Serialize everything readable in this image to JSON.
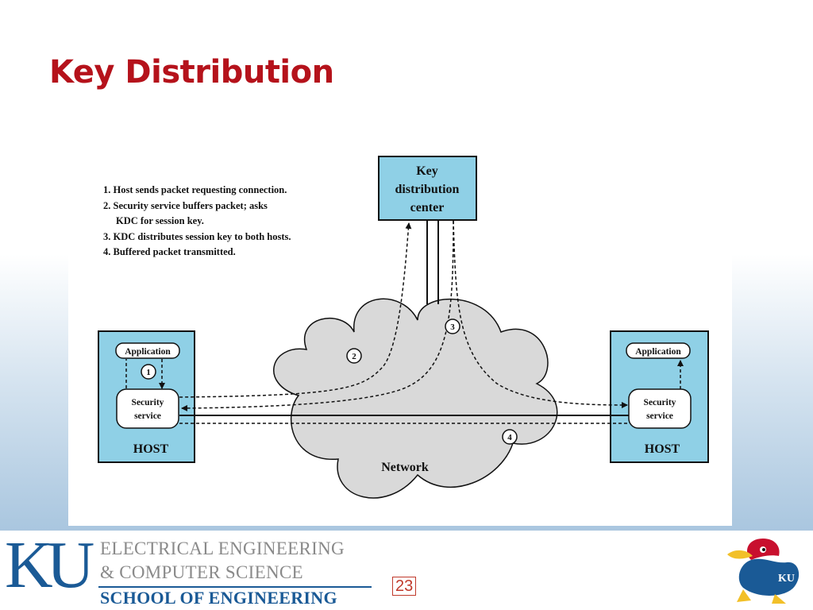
{
  "slide": {
    "title": "Key Distribution"
  },
  "diagram": {
    "steps": [
      "1. Host sends packet requesting connection.",
      "2. Security service buffers packet; asks",
      "KDC for session key.",
      "3. KDC distributes session key to both hosts.",
      "4. Buffered packet transmitted."
    ],
    "kdc": {
      "line1": "Key",
      "line2": "distribution",
      "line3": "center"
    },
    "left_host": {
      "application": "Application",
      "security_line1": "Security",
      "security_line2": "service",
      "label": "HOST"
    },
    "right_host": {
      "application": "Application",
      "security_line1": "Security",
      "security_line2": "service",
      "label": "HOST"
    },
    "network": "Network",
    "markers": [
      "1",
      "2",
      "3",
      "4"
    ]
  },
  "footer": {
    "logo": "KU",
    "dept_line1": "ELECTRICAL ENGINEERING",
    "dept_line2": "& COMPUTER SCIENCE",
    "school": "SCHOOL OF ENGINEERING",
    "page_number": "23"
  },
  "colors": {
    "title": "#b5121b",
    "box_fill": "#8fd0e6",
    "brand_blue": "#1a5a96",
    "cloud_fill": "#d9d9d9"
  }
}
